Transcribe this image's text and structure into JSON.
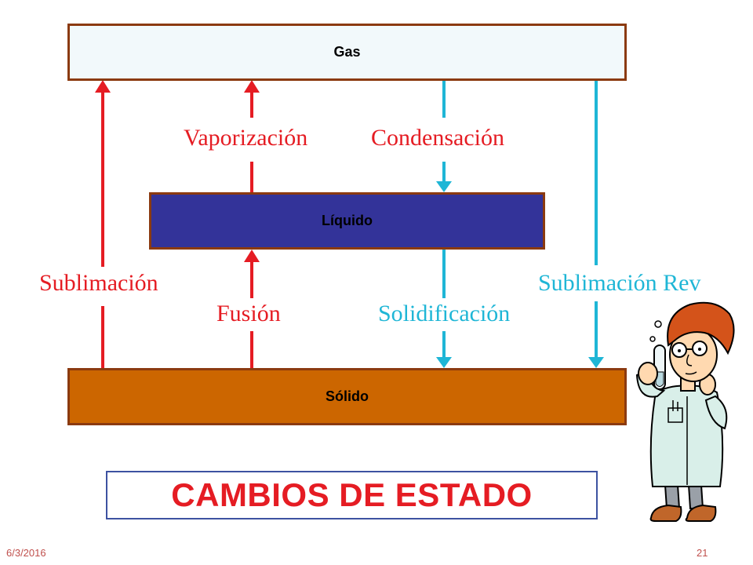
{
  "states": {
    "gas": "Gas",
    "liquid": "Líquido",
    "solid": "Sólido"
  },
  "processes": {
    "vaporization": "Vaporización",
    "condensation": "Condensación",
    "fusion": "Fusión",
    "solidification": "Solidificación",
    "sublimation": "Sublimación",
    "reverse_sublimation": "Sublimación Rev"
  },
  "title": "CAMBIOS DE ESTADO",
  "footer": {
    "date": "6/3/2016",
    "page": "21"
  },
  "colors": {
    "heating_arrow": "#e51c23",
    "cooling_arrow": "#1fb6d6",
    "gas_fill": "#f2f9fb",
    "liquid_fill": "#333399",
    "solid_fill": "#cc6600",
    "title_text": "#e51c23",
    "title_border": "#3d52a1"
  },
  "illustration": "scientist-holding-test-tube"
}
